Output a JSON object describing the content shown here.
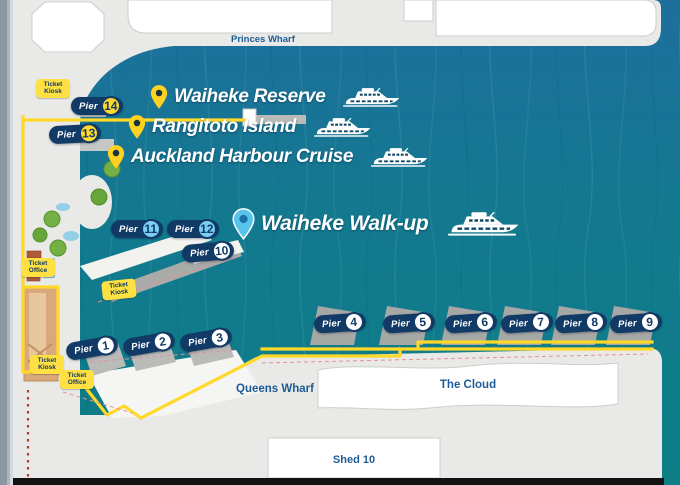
{
  "map": {
    "pier_word": "Pier",
    "piers": [
      {
        "number": "1",
        "circle": "white"
      },
      {
        "number": "2",
        "circle": "white"
      },
      {
        "number": "3",
        "circle": "white"
      },
      {
        "number": "4",
        "circle": "white"
      },
      {
        "number": "5",
        "circle": "white"
      },
      {
        "number": "6",
        "circle": "white"
      },
      {
        "number": "7",
        "circle": "white"
      },
      {
        "number": "8",
        "circle": "white"
      },
      {
        "number": "9",
        "circle": "white"
      },
      {
        "number": "10",
        "circle": "white"
      },
      {
        "number": "11",
        "circle": "blue"
      },
      {
        "number": "12",
        "circle": "blue"
      },
      {
        "number": "13",
        "circle": "yellow"
      },
      {
        "number": "14",
        "circle": "yellow"
      }
    ],
    "wharf_labels": {
      "princes": "Princes Wharf",
      "queens": "Queens Wharf",
      "cloud": "The Cloud",
      "shed": "Shed 10"
    },
    "routes": [
      {
        "label": "Waiheke Reserve",
        "pin": "yellow"
      },
      {
        "label": "Rangitoto Island",
        "pin": "yellow"
      },
      {
        "label": "Auckland Harbour Cruise",
        "pin": "yellow"
      },
      {
        "label": "Waiheke Walk-up",
        "pin": "blue"
      }
    ],
    "badges": [
      {
        "label": "Ticket Kiosk"
      },
      {
        "label": "Ticket Office"
      },
      {
        "label": "Ticket Kiosk"
      },
      {
        "label": "Ticket Kiosk"
      },
      {
        "label": "Ticket Office"
      }
    ],
    "colors": {
      "water_top": "#1e6f9d",
      "water_mid": "#13798f",
      "water_bottom": "#0c7e86",
      "land": "#e9e9e7",
      "navy_pill": "#113a67",
      "label_blue": "#1d5b96",
      "path_yellow": "#ffd828",
      "badge_yellow": "#ffe042",
      "pin_yellow": "#ffd21f",
      "pin_blue": "#58c4ee",
      "pier_circle_yellow": "#ffd92e",
      "pier_circle_blue": "#7bcff2",
      "pier_circle_white": "#ffffff"
    }
  }
}
